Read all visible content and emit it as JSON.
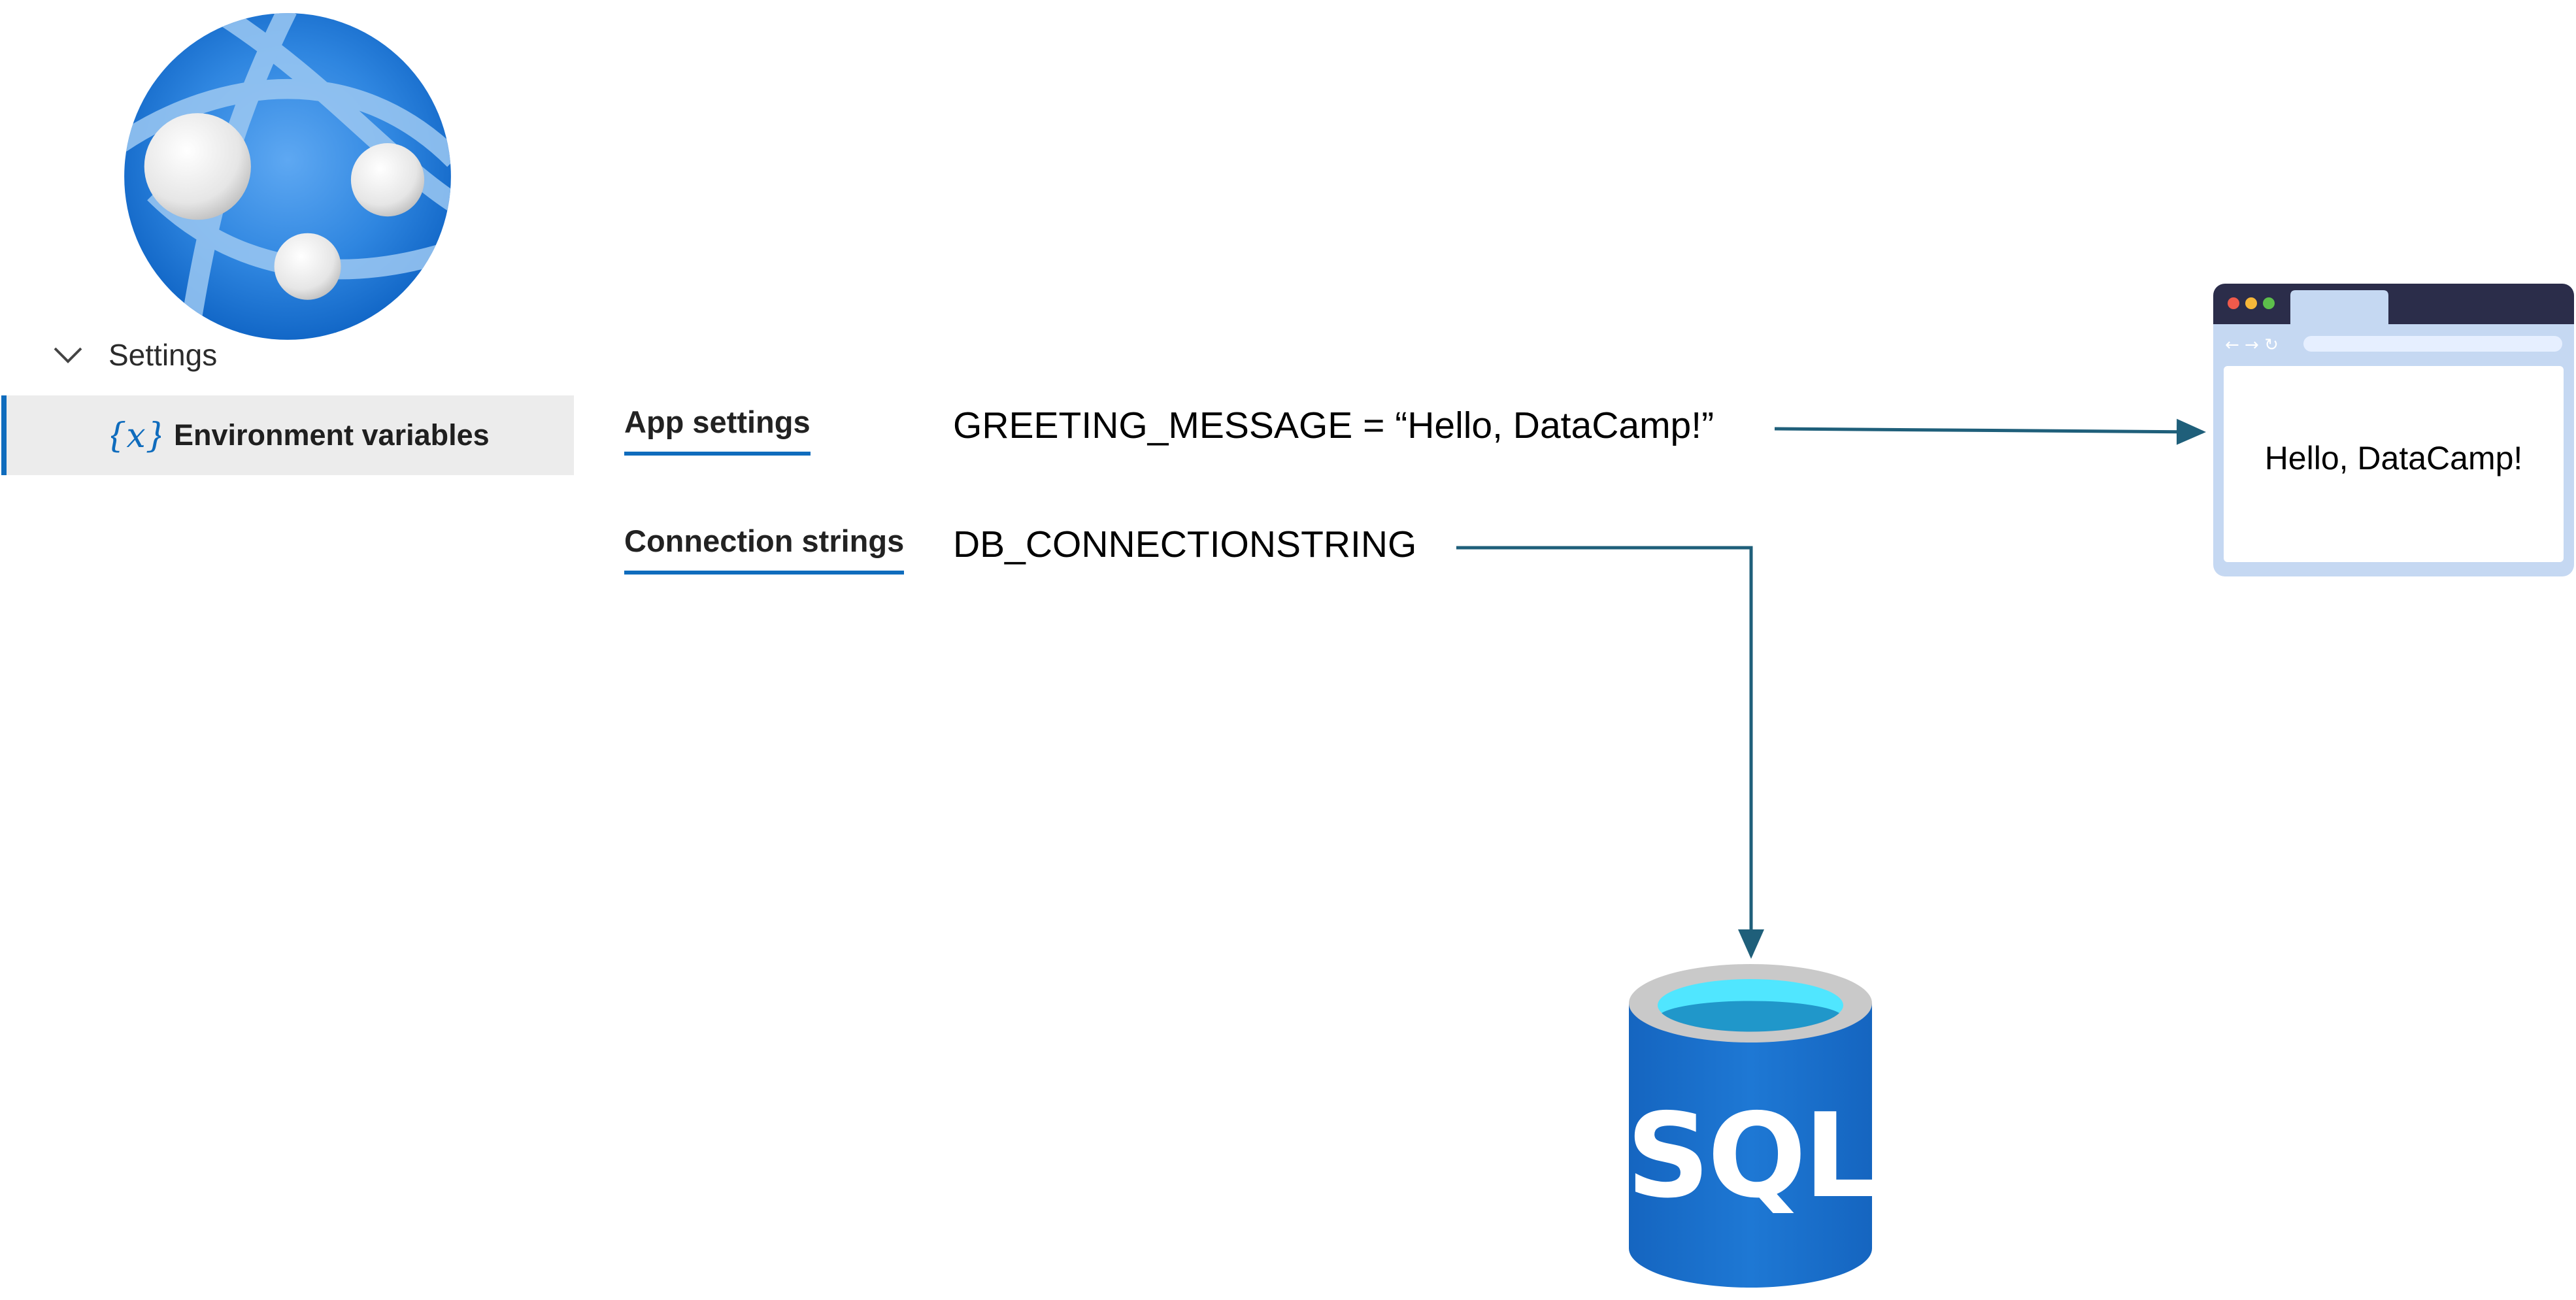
{
  "sidebar": {
    "section_label": "Settings",
    "section_icon": "chevron-down-icon",
    "item_label": "Environment variables",
    "item_icon": "variable-braces-icon",
    "item_icon_text": "{x}"
  },
  "tabs": {
    "app_settings": "App settings",
    "connection_strings": "Connection strings"
  },
  "variables": {
    "greeting": "GREETING_MESSAGE = “Hello, DataCamp!”",
    "connection": "DB_CONNECTIONSTRING"
  },
  "browser": {
    "content": "Hello, DataCamp!"
  },
  "database": {
    "label": "SQL"
  },
  "colors": {
    "accent": "#0f6cbd",
    "arrow": "#1f5f7a",
    "sql_blue": "#1565c0",
    "sql_top": "#50e6ff",
    "browser_frame": "#c5d8f2",
    "browser_titlebar": "#2b2d4a"
  }
}
